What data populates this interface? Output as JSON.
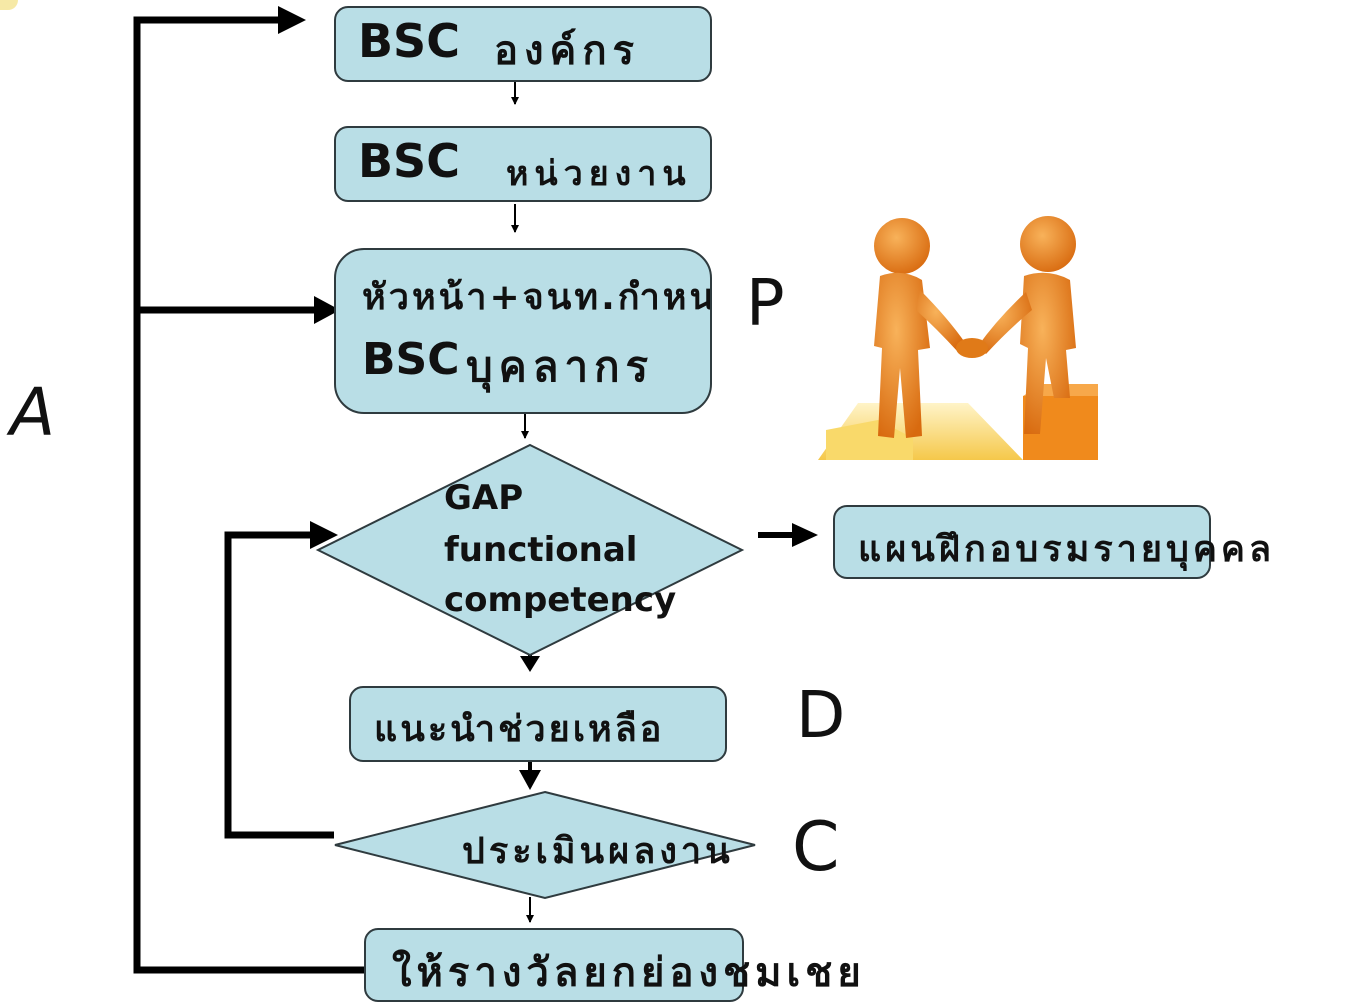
{
  "flow": {
    "bsc_org": {
      "prefix": "BSC",
      "thai": "องค์กร"
    },
    "bsc_unit": {
      "prefix": "BSC",
      "thai": "หน่วยงาน"
    },
    "bsc_person": {
      "line1": "หัวหน้า+จนท.กำหนด",
      "line1_visible": "หัวหน้า+จนท.กำ",
      "line2_prefix": "BSC",
      "line2_thai": "บุคลากร"
    },
    "gap": {
      "line1": "GAP",
      "line2": "functional",
      "line3": "competency"
    },
    "training_plan": "แผนฝึกอบรมรายบุคคล",
    "coaching": "แนะนำช่วยเหลือ",
    "evaluate": "ประเมินผลงาน",
    "reward": "ให้รางวัลยกย่องชมเชย"
  },
  "pdca": {
    "p": "P",
    "d": "D",
    "c": "C",
    "a": "A"
  },
  "illustration": {
    "icon": "handshake-figures-icon"
  },
  "colors": {
    "box_fill": "#b9dee6",
    "box_border": "#2f3b3f",
    "line": "#000000",
    "figure": "#f08a1c"
  }
}
